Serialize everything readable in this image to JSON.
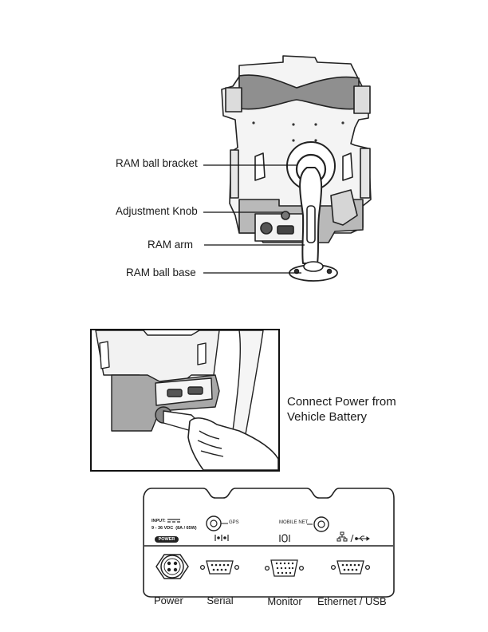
{
  "mount_diagram": {
    "callouts": [
      {
        "id": "ram-ball-bracket",
        "text": "RAM ball bracket"
      },
      {
        "id": "adjustment-knob",
        "text": "Adjustment Knob"
      },
      {
        "id": "ram-arm",
        "text": "RAM arm"
      },
      {
        "id": "ram-ball-base",
        "text": "RAM ball base"
      }
    ]
  },
  "power_photo": {
    "caption_line1": "Connect Power from",
    "caption_line2": "Vehicle Battery"
  },
  "port_panel": {
    "input_label": "INPUT:",
    "input_rating": "9 - 36 VDC  (8A / 65W)",
    "power_badge": "POWER",
    "gps_label": "GPS",
    "mobile_net_label": "MOBILE NET",
    "ports": [
      {
        "id": "power",
        "label": "Power"
      },
      {
        "id": "serial",
        "label": "Serial"
      },
      {
        "id": "monitor",
        "label": "Monitor"
      },
      {
        "id": "ethernet-usb",
        "label": "Ethernet / USB"
      }
    ]
  }
}
